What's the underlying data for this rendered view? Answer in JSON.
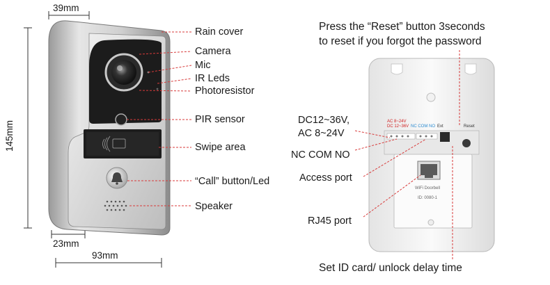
{
  "dimensions": {
    "top_width": "39mm",
    "height": "145mm",
    "bottom_depth": "23mm",
    "width": "93mm"
  },
  "left_labels": {
    "rain_cover": "Rain cover",
    "camera": "Camera",
    "mic": "Mic",
    "ir_leds": "IR Leds",
    "photoresistor": "Photoresistor",
    "pir_sensor": "PIR sensor",
    "swipe_area": "Swipe area",
    "call_button": "“Call” button/Led",
    "speaker": "Speaker"
  },
  "right_labels": {
    "reset_line1": "Press the “Reset” button 3seconds",
    "reset_line2": "to reset if you forgot the password",
    "dc_line1": "DC12~36V,",
    "dc_line2": "AC 8~24V",
    "nc_com_no": "NC COM NO",
    "access_port": "Access port",
    "rj45_port": "RJ45 port",
    "set_id": "Set ID card/ unlock delay time"
  },
  "board_print": {
    "ac_red": "AC 8~24V",
    "dc_red": "DC 12~36V",
    "nc_blue": "NC COM NO",
    "ext": "Ext",
    "reset": "Reset",
    "wifi": "WiFi Doorbell",
    "id": "ID: 0080-1"
  }
}
